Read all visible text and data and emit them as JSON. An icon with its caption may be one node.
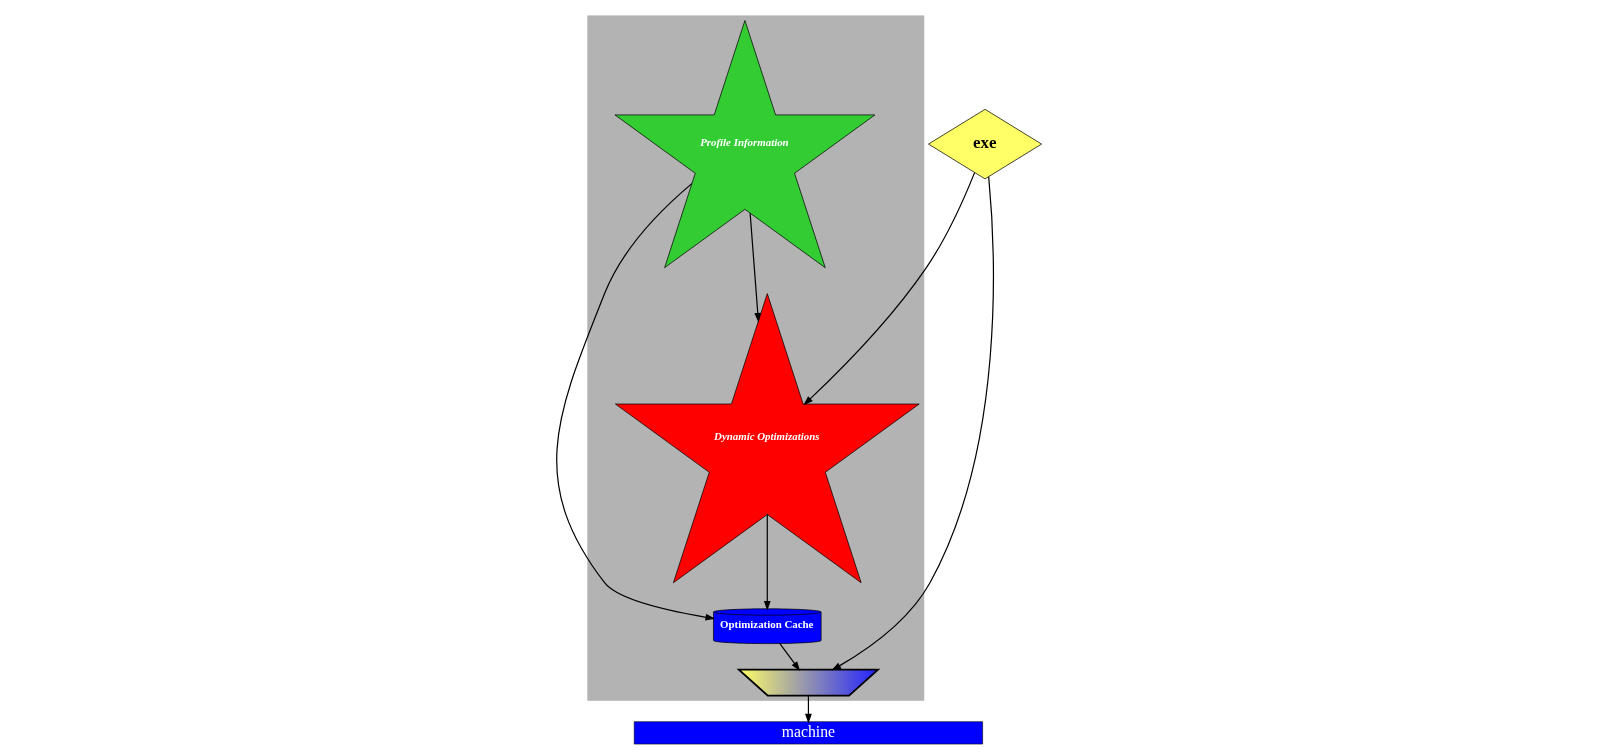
{
  "diagram": {
    "nodes": [
      {
        "text": [
          "exe"
        ]
      },
      {
        "text": [],
        "shape": "box"
      },
      {
        "text": [
          "Dynamic Optimizations"
        ],
        "in": 1
      },
      {
        "text": [
          "Optimization Cache"
        ],
        "in": 1
      },
      {
        "text": [
          "Profile Information"
        ],
        "in": 1
      },
      {
        "text": [],
        "shape": "trapezium",
        "in": 1
      },
      {
        "text": [
          "machine"
        ]
      }
    ],
    "edges": [
      {
        "from": 0,
        "to": 2,
        "arrow": "to"
      },
      {
        "from": 2,
        "to": 3,
        "arrow": "to"
      },
      {
        "from": 4,
        "to": 2,
        "arrow": "to"
      },
      {
        "from": 4,
        "to": 3,
        "arrow": "to"
      },
      {
        "from": 0,
        "to": 5,
        "arrow": "to"
      },
      {
        "from": 3,
        "to": 5,
        "arrow": "to"
      },
      {
        "from": 5,
        "to": 6,
        "arrow": "to"
      }
    ]
  }
}
